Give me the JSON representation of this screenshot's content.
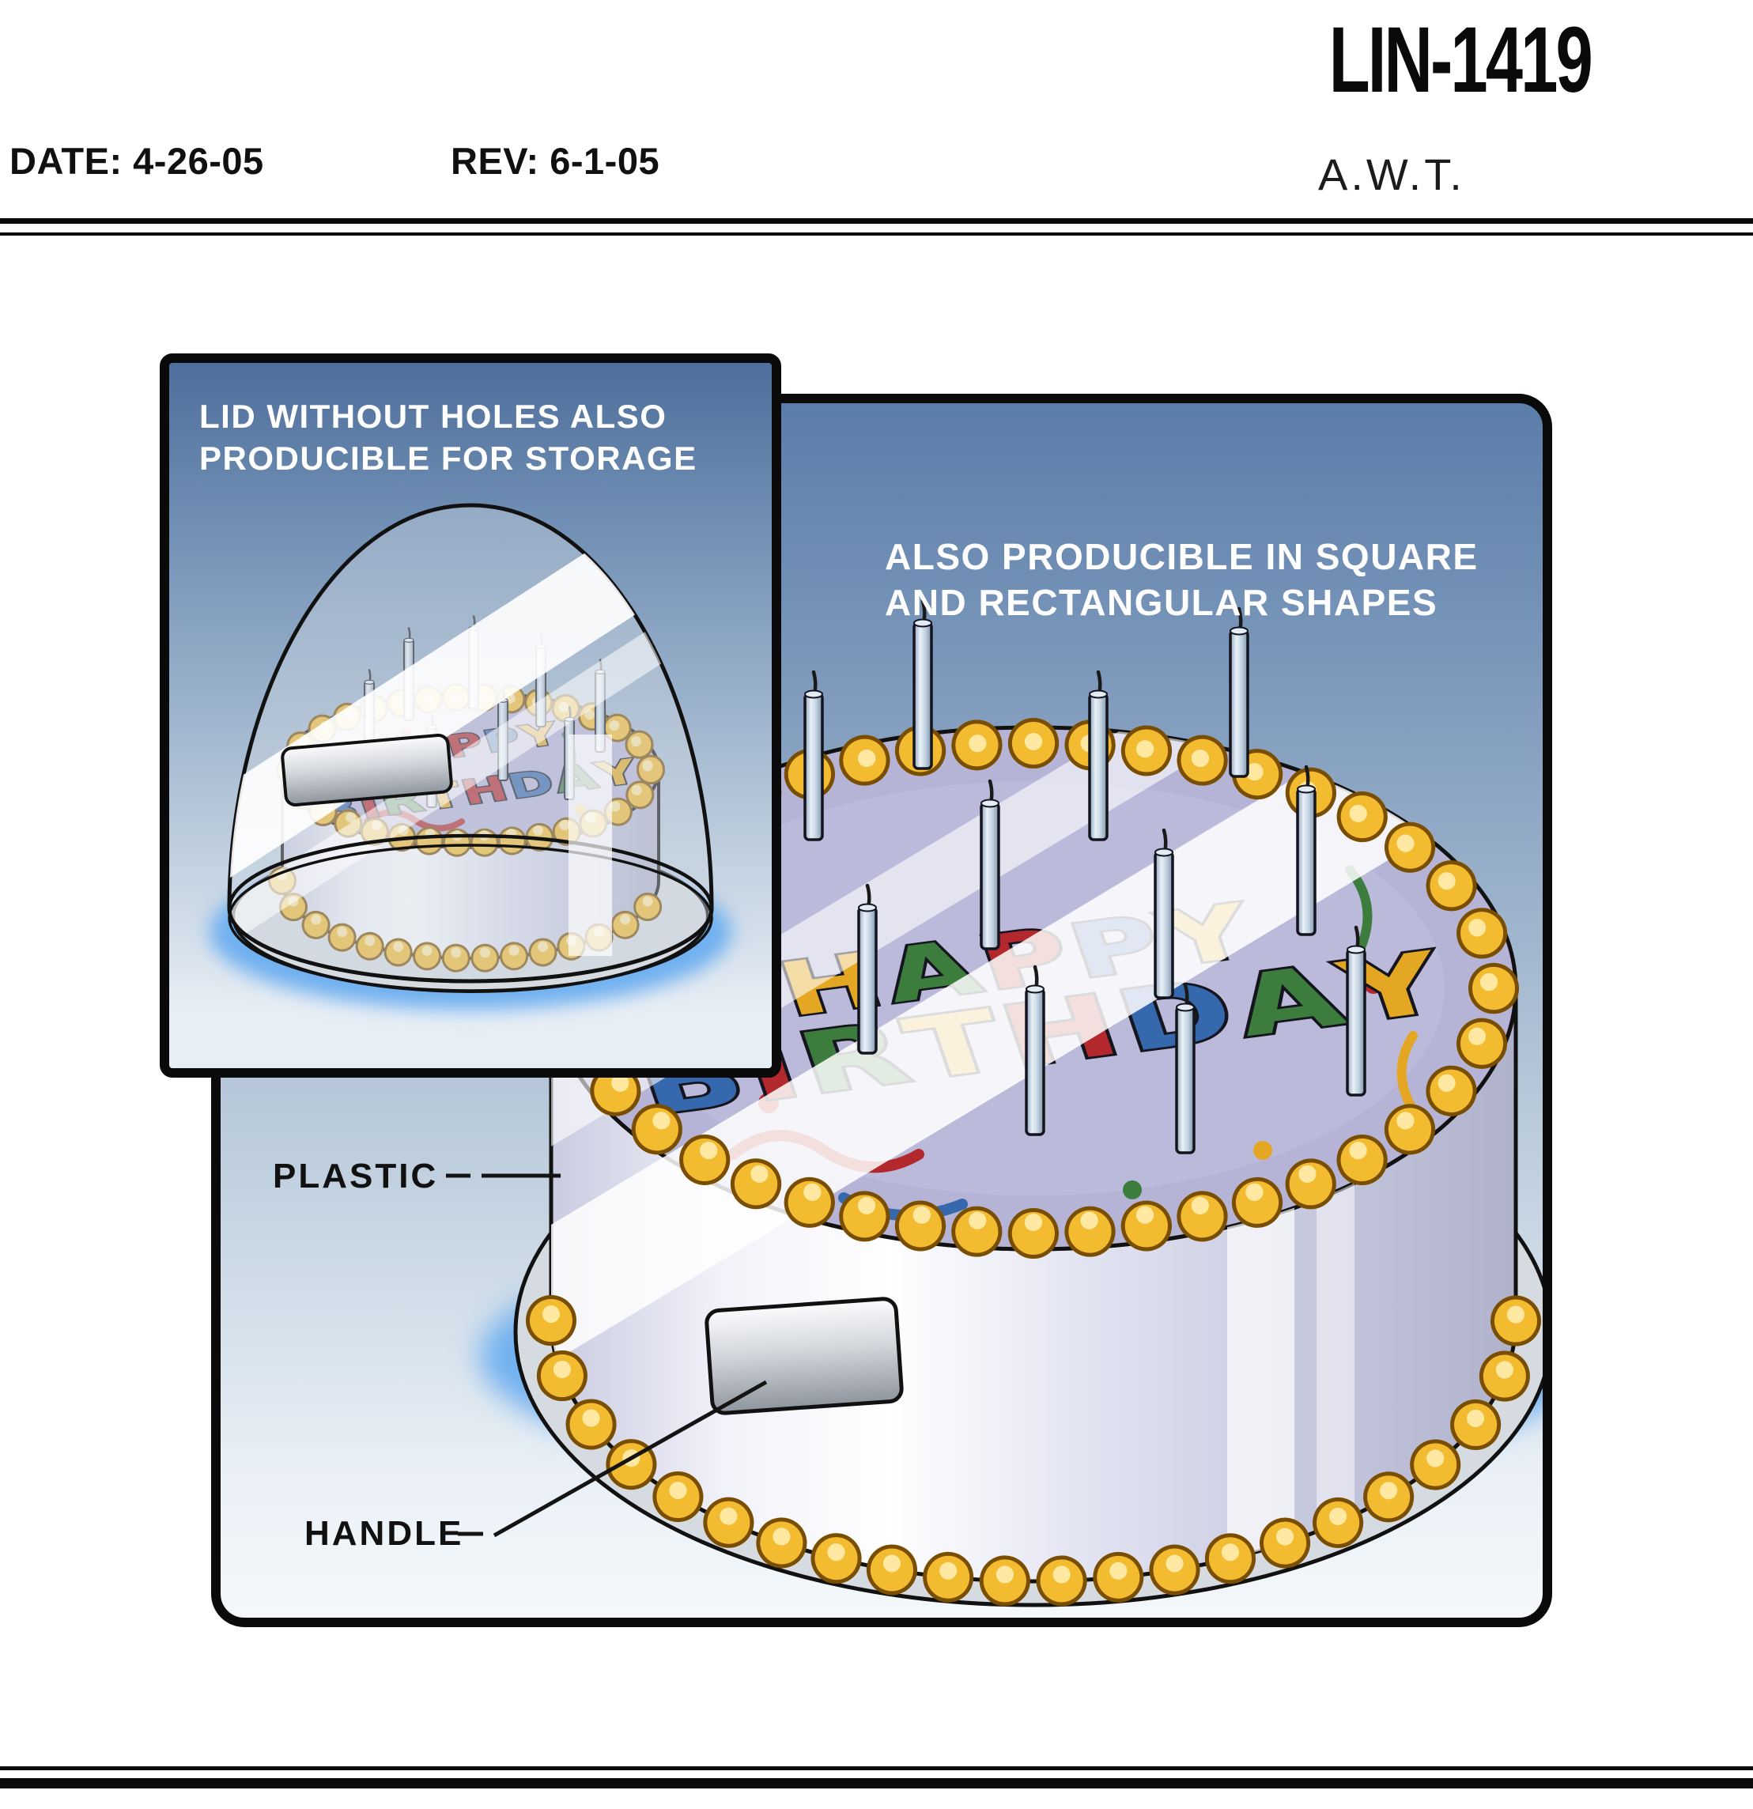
{
  "document": {
    "number": "LIN-1419",
    "date": "DATE: 4-26-05",
    "revision": "REV: 6-1-05",
    "initials": "A.W.T."
  },
  "inset_panel": {
    "caption_line1": "LID WITHOUT HOLES ALSO",
    "caption_line2": "PRODUCIBLE FOR STORAGE"
  },
  "main_panel": {
    "caption_line1": "ALSO PRODUCIBLE IN SQUARE",
    "caption_line2": "AND RECTANGULAR SHAPES",
    "label_plastic": "PLASTIC",
    "label_handle": "HANDLE"
  },
  "cake_lettering": {
    "line1": [
      "H",
      "A",
      "P",
      "P",
      "Y"
    ],
    "line2": [
      "B",
      "I",
      "R",
      "T",
      "H",
      "D",
      "A",
      "Y"
    ]
  },
  "palette": {
    "bead_yellow": "#f3bb2f",
    "bead_outline": "#7a4e00",
    "shadow_blue": "#6fb0f0",
    "cake_top_lavender": "#b6b4d6",
    "letter_red": "#b3282d",
    "letter_blue": "#3668ad",
    "letter_green": "#3c7d3e",
    "letter_yellow": "#e3a723",
    "panel_blue_top": "#5b7da9"
  }
}
